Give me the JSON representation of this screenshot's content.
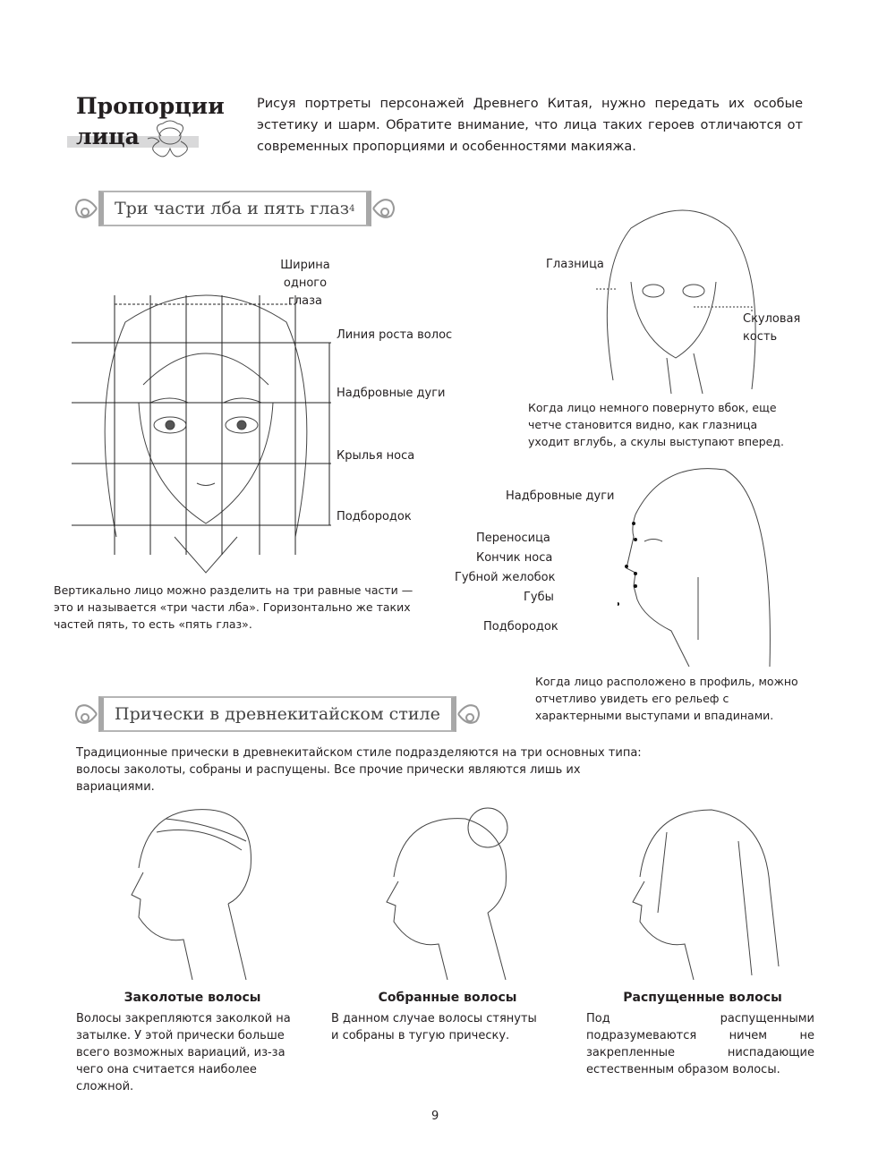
{
  "header": {
    "title_line1": "Пропорции",
    "title_line2": "лица",
    "intro": "Рисуя портреты персонажей Древнего Китая, нужно передать их особые эстетику и шарм. Обратите внимание, что лица таких героев отличаются от современных пропорциями и особенностями макияжа."
  },
  "section1": {
    "title": "Три части лба и пять глаз",
    "footnote": "4",
    "front": {
      "eye_width": "Ширина одного глаза",
      "labels": [
        "Линия роста волос",
        "Надбровные дуги",
        "Крылья носа",
        "Подбородок"
      ],
      "caption": "Вертикально лицо можно разделить на три равные части — это и называется «три части лба». Горизонтально же таких частей пять, то есть «пять глаз»."
    },
    "turned": {
      "label_left": "Глазница",
      "label_right": "Скуловая кость",
      "caption": "Когда лицо немного повернуто вбок, еще четче становится видно, как глазница уходит вглубь, а скулы выступают вперед."
    },
    "profile": {
      "labels": [
        "Надбровные дуги",
        "Переносица",
        "Кончик носа",
        "Губной желобок",
        "Губы",
        "Подбородок"
      ],
      "caption": "Когда лицо расположено в профиль, можно отчетливо увидеть его рельеф с характерными выступами и впадинами."
    }
  },
  "section2": {
    "title": "Прически в древнекитайском стиле",
    "intro": "Традиционные прически в древнекитайском стиле подразделяются на три основных типа: волосы заколоты, собраны и распущены. Все прочие прически являются лишь их вариациями.",
    "styles": [
      {
        "name": "Заколотые волосы",
        "desc": "Волосы закрепляются заколкой на затылке. У этой прически больше всего возможных вариаций, из-за чего она считается наиболее сложной."
      },
      {
        "name": "Собранные волосы",
        "desc": "В данном случае волосы стянуты и собраны в тугую прическу."
      },
      {
        "name": "Распущенные волосы",
        "desc": "Под распущенными подразумеваются ничем не закрепленные ниспадающие естественным образом волосы."
      }
    ]
  },
  "page_number": "9"
}
